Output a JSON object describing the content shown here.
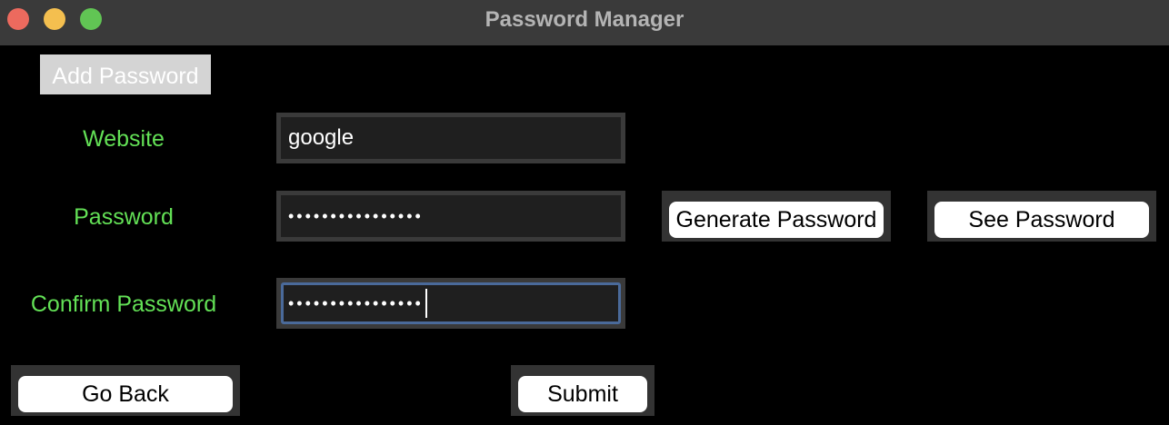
{
  "window": {
    "title": "Password Manager",
    "traffic_lights": [
      "close",
      "minimize",
      "maximize"
    ]
  },
  "page": {
    "heading": "Add Password"
  },
  "form": {
    "website": {
      "label": "Website",
      "value": "google"
    },
    "password": {
      "label": "Password",
      "value": "••••••••••••••••",
      "length": 16
    },
    "confirm_password": {
      "label": "Confirm Password",
      "value": "••••••••••••••••",
      "length": 16,
      "focused": true
    }
  },
  "buttons": {
    "generate_password": "Generate Password",
    "see_password": "See Password",
    "go_back": "Go Back",
    "submit": "Submit"
  },
  "colors": {
    "label_green": "#63e156",
    "focus_ring": "#4a6a9a",
    "titlebar": "#3a3a3a"
  }
}
